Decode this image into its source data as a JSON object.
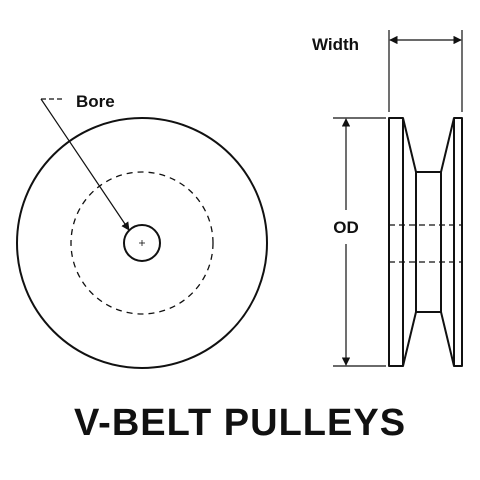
{
  "diagram": {
    "title": "V-BELT PULLEYS",
    "labels": {
      "bore": "Bore",
      "width": "Width",
      "od": "OD"
    },
    "colors": {
      "ink": "#111111",
      "background": "#ffffff"
    }
  }
}
